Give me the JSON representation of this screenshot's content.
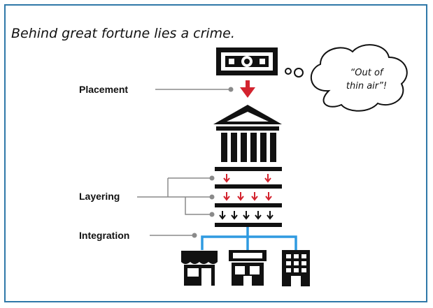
{
  "title": "Behind great fortune lies a crime.",
  "labels": {
    "placement": "Placement",
    "layering": "Layering",
    "integration": "Integration"
  },
  "thought_bubble": {
    "line1": "“Out of",
    "line2": "thin air”!"
  },
  "colors": {
    "frame": "#2f78a8",
    "arrow_red": "#d3232e",
    "connector_blue": "#2f9ae0",
    "leader_gray": "#8a8a8a",
    "ink": "#111111"
  },
  "icons": [
    "banknote-icon",
    "bank-building-icon",
    "storefront-icon",
    "shop-icon",
    "office-building-icon"
  ]
}
